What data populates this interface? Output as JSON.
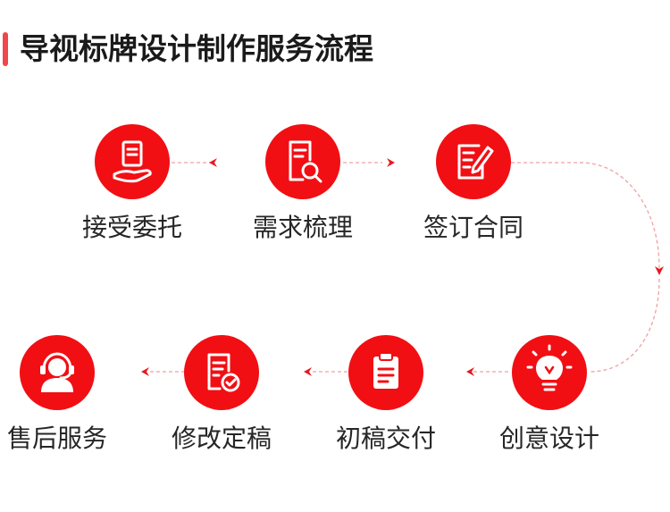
{
  "title": "导视标牌设计制作服务流程",
  "colors": {
    "accent": "#f10f14",
    "title_bar": "#f0474c",
    "connector": "#f0a0a2",
    "arrow": "#e61a1f",
    "text": "#262626"
  },
  "steps": [
    {
      "label": "接受委托",
      "icon": "hand-document-icon"
    },
    {
      "label": "需求梳理",
      "icon": "document-search-icon"
    },
    {
      "label": "签订合同",
      "icon": "contract-pen-icon"
    },
    {
      "label": "创意设计",
      "icon": "lightbulb-icon"
    },
    {
      "label": "初稿交付",
      "icon": "clipboard-icon"
    },
    {
      "label": "修改定稿",
      "icon": "document-check-icon"
    },
    {
      "label": "售后服务",
      "icon": "headset-user-icon"
    }
  ]
}
